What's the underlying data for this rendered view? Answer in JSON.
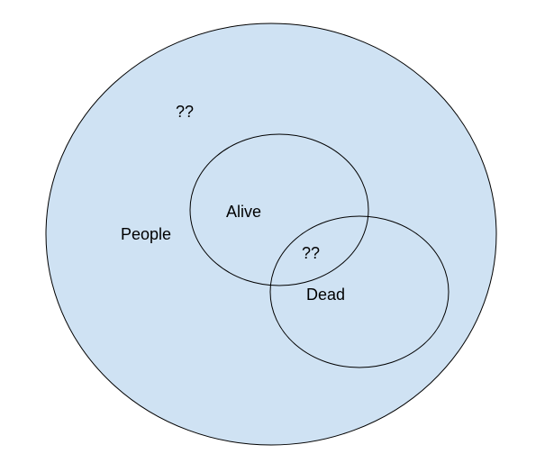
{
  "diagram": {
    "type": "venn",
    "colors": {
      "outer_fill": "#cfe2f3",
      "inner_fill": "none",
      "stroke": "#000000",
      "text": "#000000",
      "background": "#ffffff"
    },
    "sets": {
      "people": {
        "label": "People"
      },
      "alive": {
        "label": "Alive"
      },
      "dead": {
        "label": "Dead"
      }
    },
    "unknowns": {
      "outside_label": "??",
      "overlap_label": "??"
    }
  }
}
